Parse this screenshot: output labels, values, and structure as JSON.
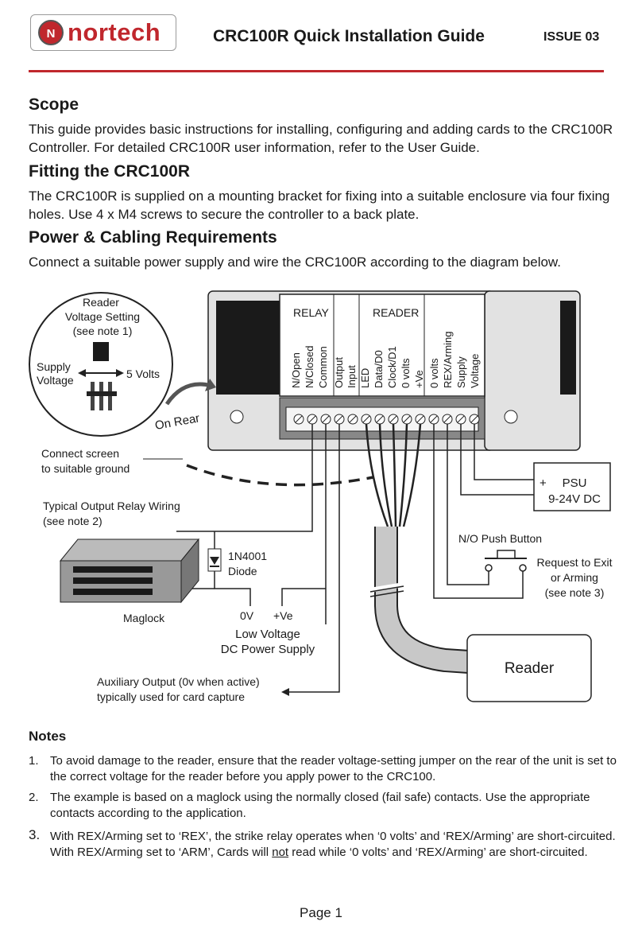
{
  "header": {
    "logo_text": "nortech",
    "title": "CRC100R Quick Installation Guide",
    "issue": "ISSUE 03"
  },
  "sections": {
    "scope": {
      "heading": "Scope",
      "body": "This guide provides basic instructions for installing, configuring and adding cards to the CRC100R Controller. For detailed CRC100R user information, refer to the User Guide."
    },
    "fitting": {
      "heading": "Fitting the CRC100R",
      "body": "The CRC100R is supplied on a mounting bracket for fixing into a suitable enclosure via four fixing holes. Use 4 x M4 screws to secure the controller to a back plate."
    },
    "power": {
      "heading": "Power & Cabling Requirements",
      "body": "Connect a suitable power supply and wire the CRC100R according to the diagram below."
    }
  },
  "diagram": {
    "jumper": {
      "title_1": "Reader",
      "title_2": "Voltage Setting",
      "title_3": "(see note 1)",
      "left_1": "Supply",
      "left_2": "Voltage",
      "right": "5 Volts"
    },
    "on_rear": "On Rear",
    "groups": {
      "relay": "RELAY",
      "reader": "READER"
    },
    "terminals": [
      "N/Open",
      "N/Closed",
      "Common",
      "Output",
      "Input",
      "LED",
      "Data/D0",
      "Clock/D1",
      "0 volts",
      "+Ve",
      "0 volts",
      "REX/Arming",
      "Supply",
      "Voltage"
    ],
    "screen": {
      "line1": "Connect screen",
      "line2": "to suitable ground"
    },
    "relay_wiring": {
      "line1": "Typical Output Relay Wiring",
      "line2": "(see note 2)"
    },
    "diode": {
      "line1": "1N4001",
      "line2": "Diode"
    },
    "maglock": "Maglock",
    "psu_low": {
      "zero": "0V",
      "plus": "+Ve",
      "line1": "Low Voltage",
      "line2": "DC Power Supply"
    },
    "aux": {
      "line1": "Auxiliary Output (0v when active)",
      "line2": "typically used for card capture"
    },
    "psu": {
      "plus": "+",
      "line1": "PSU",
      "line2": "9-24V DC"
    },
    "push_button": "N/O Push Button",
    "rex": {
      "line1": "Request to Exit",
      "line2": "or Arming",
      "line3": "(see note 3)"
    },
    "reader": "Reader"
  },
  "notes": {
    "heading": "Notes",
    "items": [
      {
        "num": "1.",
        "text": "To avoid damage to the reader, ensure that the reader voltage-setting jumper on the rear of the unit is set to the correct voltage for the reader before you apply power to the CRC100."
      },
      {
        "num": "2.",
        "text": "The example is based on a maglock using the normally closed (fail safe) contacts. Use the appropriate contacts according to the application."
      },
      {
        "num": "3.",
        "text_a": "With REX/Arming set to ‘REX’, the strike relay operates when ‘0 volts’ and ‘REX/Arming’ are short-circuited.",
        "text_b1": "With REX/Arming set to ‘ARM’, Cards will ",
        "text_b_u": "not",
        "text_b2": " read while ‘0 volts’ and ‘REX/Arming’ are short-circuited."
      }
    ]
  },
  "footer": {
    "page": "Page 1"
  }
}
